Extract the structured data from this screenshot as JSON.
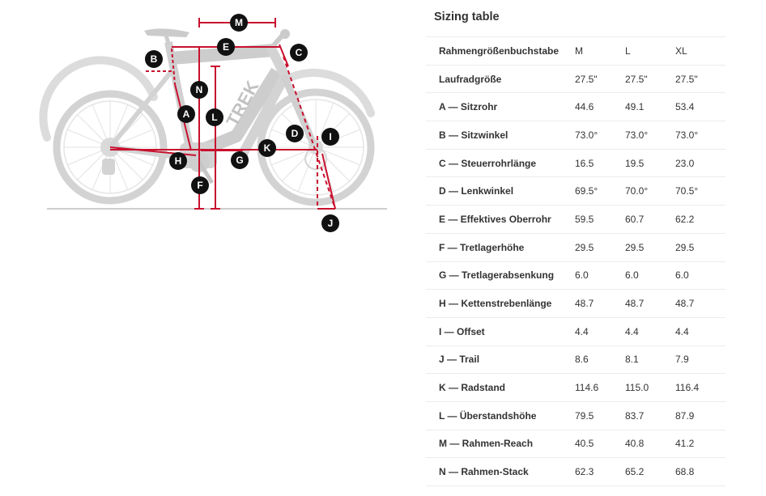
{
  "diagram": {
    "brand": "TREK",
    "markers": [
      "M",
      "E",
      "C",
      "B",
      "N",
      "A",
      "L",
      "D",
      "I",
      "K",
      "H",
      "G",
      "F",
      "J"
    ]
  },
  "sizing_table": {
    "title": "Sizing table",
    "header": {
      "label": "Rahmengrößenbuchstabe",
      "sizes": [
        "M",
        "L",
        "XL"
      ]
    },
    "rows": [
      {
        "label": "Laufradgröße",
        "values": [
          "27.5\"",
          "27.5\"",
          "27.5\""
        ]
      },
      {
        "label": "A — Sitzrohr",
        "values": [
          "44.6",
          "49.1",
          "53.4"
        ]
      },
      {
        "label": "B — Sitzwinkel",
        "values": [
          "73.0°",
          "73.0°",
          "73.0°"
        ]
      },
      {
        "label": "C — Steuerrohrlänge",
        "values": [
          "16.5",
          "19.5",
          "23.0"
        ]
      },
      {
        "label": "D — Lenkwinkel",
        "values": [
          "69.5°",
          "70.0°",
          "70.5°"
        ]
      },
      {
        "label": "E — Effektives Oberrohr",
        "values": [
          "59.5",
          "60.7",
          "62.2"
        ]
      },
      {
        "label": "F — Tretlagerhöhe",
        "values": [
          "29.5",
          "29.5",
          "29.5"
        ]
      },
      {
        "label": "G — Tretlagerabsenkung",
        "values": [
          "6.0",
          "6.0",
          "6.0"
        ]
      },
      {
        "label": "H — Kettenstrebenlänge",
        "values": [
          "48.7",
          "48.7",
          "48.7"
        ]
      },
      {
        "label": "I — Offset",
        "values": [
          "4.4",
          "4.4",
          "4.4"
        ]
      },
      {
        "label": "J — Trail",
        "values": [
          "8.6",
          "8.1",
          "7.9"
        ]
      },
      {
        "label": "K — Radstand",
        "values": [
          "114.6",
          "115.0",
          "116.4"
        ]
      },
      {
        "label": "L — Überstandshöhe",
        "values": [
          "79.5",
          "83.7",
          "87.9"
        ]
      },
      {
        "label": "M — Rahmen-Reach",
        "values": [
          "40.5",
          "40.8",
          "41.2"
        ]
      },
      {
        "label": "N — Rahmen-Stack",
        "values": [
          "62.3",
          "65.2",
          "68.8"
        ]
      }
    ]
  },
  "colors": {
    "measure_red": "#c8102e",
    "marker_bg": "#111111",
    "bike_gray": "#d2d2d2"
  }
}
